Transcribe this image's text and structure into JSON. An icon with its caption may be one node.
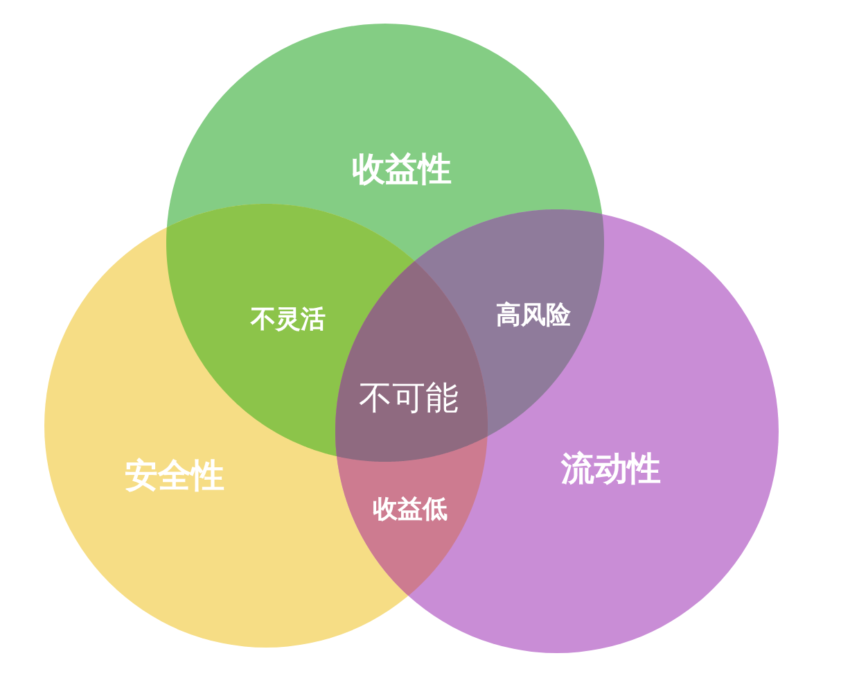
{
  "diagram": {
    "nodes": [
      {
        "text": [
          "收益性"
        ]
      },
      {
        "text": [
          "安全性"
        ]
      },
      {
        "text": [
          "流动性"
        ]
      }
    ],
    "labels": [
      "不灵活",
      "高风险",
      "不可能",
      "收益低"
    ]
  }
}
